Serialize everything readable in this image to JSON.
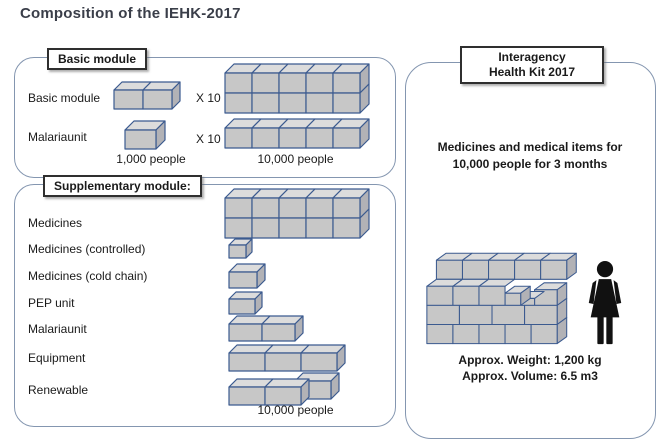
{
  "title": "Composition of the IEHK-2017",
  "basic_panel": {
    "header": "Basic module",
    "rows": [
      {
        "label": "Basic module",
        "multiplier": "X 10",
        "unit_stack": {
          "cols": 2,
          "rows": 1
        },
        "big_stack": {
          "cols": 5,
          "rows": 2
        }
      },
      {
        "label": "Malariaunit",
        "multiplier": "X 10",
        "unit_stack": {
          "cols": 1,
          "rows": 1
        },
        "big_stack": {
          "cols": 5,
          "rows": 1
        }
      }
    ],
    "unit_caption": "1,000 people",
    "stack_caption": "10,000 people"
  },
  "supplementary_panel": {
    "header": "Supplementary module:",
    "rows": [
      {
        "label": "Medicines",
        "stack": {
          "cols": 5,
          "rows": 2
        }
      },
      {
        "label": "Medicines (controlled)",
        "stack": {
          "cols": 1,
          "rows": 1
        }
      },
      {
        "label": "Medicines (cold chain)",
        "stack": {
          "cols": 1,
          "rows": 1
        }
      },
      {
        "label": "PEP unit",
        "stack": {
          "cols": 1,
          "rows": 1
        }
      },
      {
        "label": "Malariaunit",
        "stack": {
          "cols": 2,
          "rows": 1
        }
      },
      {
        "label": "Equipment",
        "stack": {
          "cols": 3,
          "rows": 1
        }
      },
      {
        "label": "Renewable",
        "stack": {
          "cols": 3,
          "rows": 1,
          "offset_last": true
        }
      }
    ],
    "caption": "10,000 people"
  },
  "kit_panel": {
    "header_line1": "Interagency",
    "header_line2": "Health Kit 2017",
    "description_line1": "Medicines and medical items for",
    "description_line2": "10,000 people for 3 months",
    "weight": "Approx. Weight: 1,200 kg",
    "volume": "Approx. Volume: 6.5 m3",
    "person_icon": "woman-pictogram"
  },
  "colors": {
    "box_fill": "#c7c7c7",
    "box_top": "#dcdcdc",
    "box_side": "#b2b2b6",
    "box_stroke": "#3b5a8f",
    "panel_border": "#8496b0",
    "title_text": "#3a3e49",
    "person": "#111111"
  }
}
